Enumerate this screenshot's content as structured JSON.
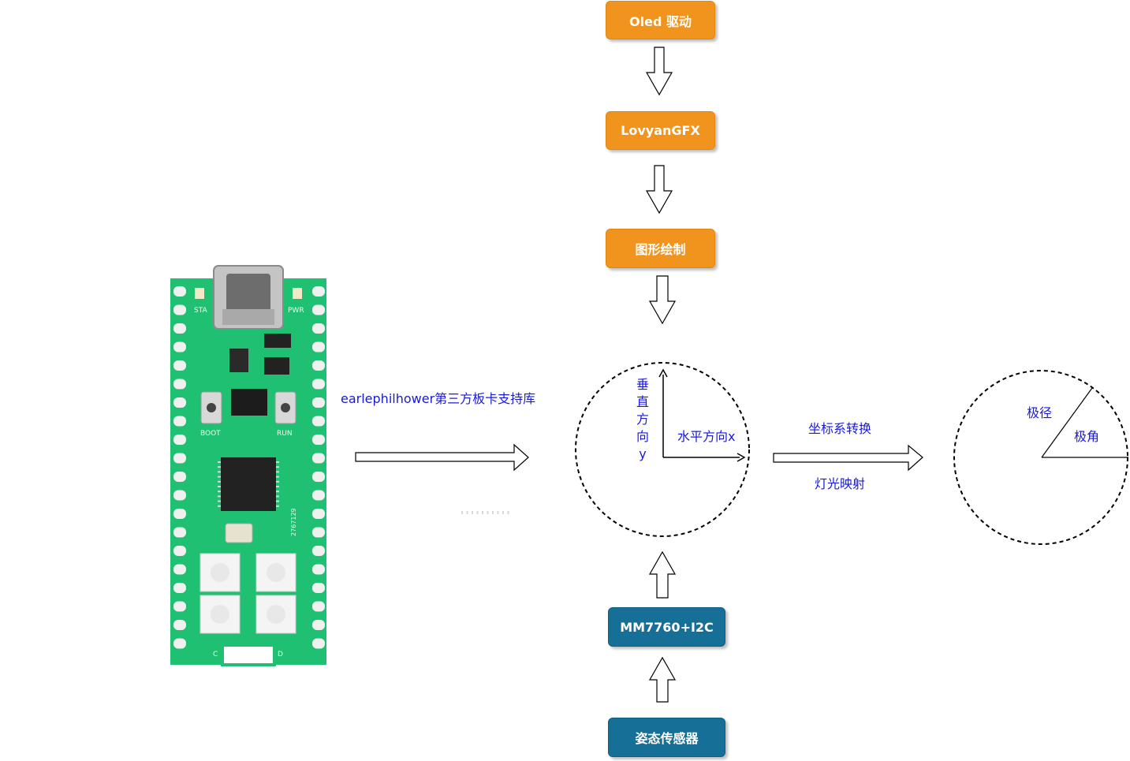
{
  "boxes": {
    "oled": "Oled 驱动",
    "lovyan": "LovyanGFX",
    "graphics": "图形绘制",
    "mm7760": "MM7760+I2C",
    "attitude": "姿态传感器"
  },
  "labels": {
    "board_library": "earlephilhower第三方板卡支持库",
    "vertical_direction": "垂直方向y",
    "horizontal_direction": "水平方向x",
    "coord_transform": "坐标系转换",
    "light_mapping": "灯光映射",
    "polar_radius": "极径",
    "polar_angle": "极角"
  },
  "board": {
    "silkscreen": {
      "sta": "STA",
      "pwr": "PWR",
      "boot": "BOOT",
      "run": "RUN",
      "serial": "2767129",
      "c": "C",
      "d": "D"
    }
  },
  "colors": {
    "orange": "#f0941e",
    "blue": "#156f96",
    "label": "#1a1ad6",
    "pcb": "#1fc071"
  }
}
